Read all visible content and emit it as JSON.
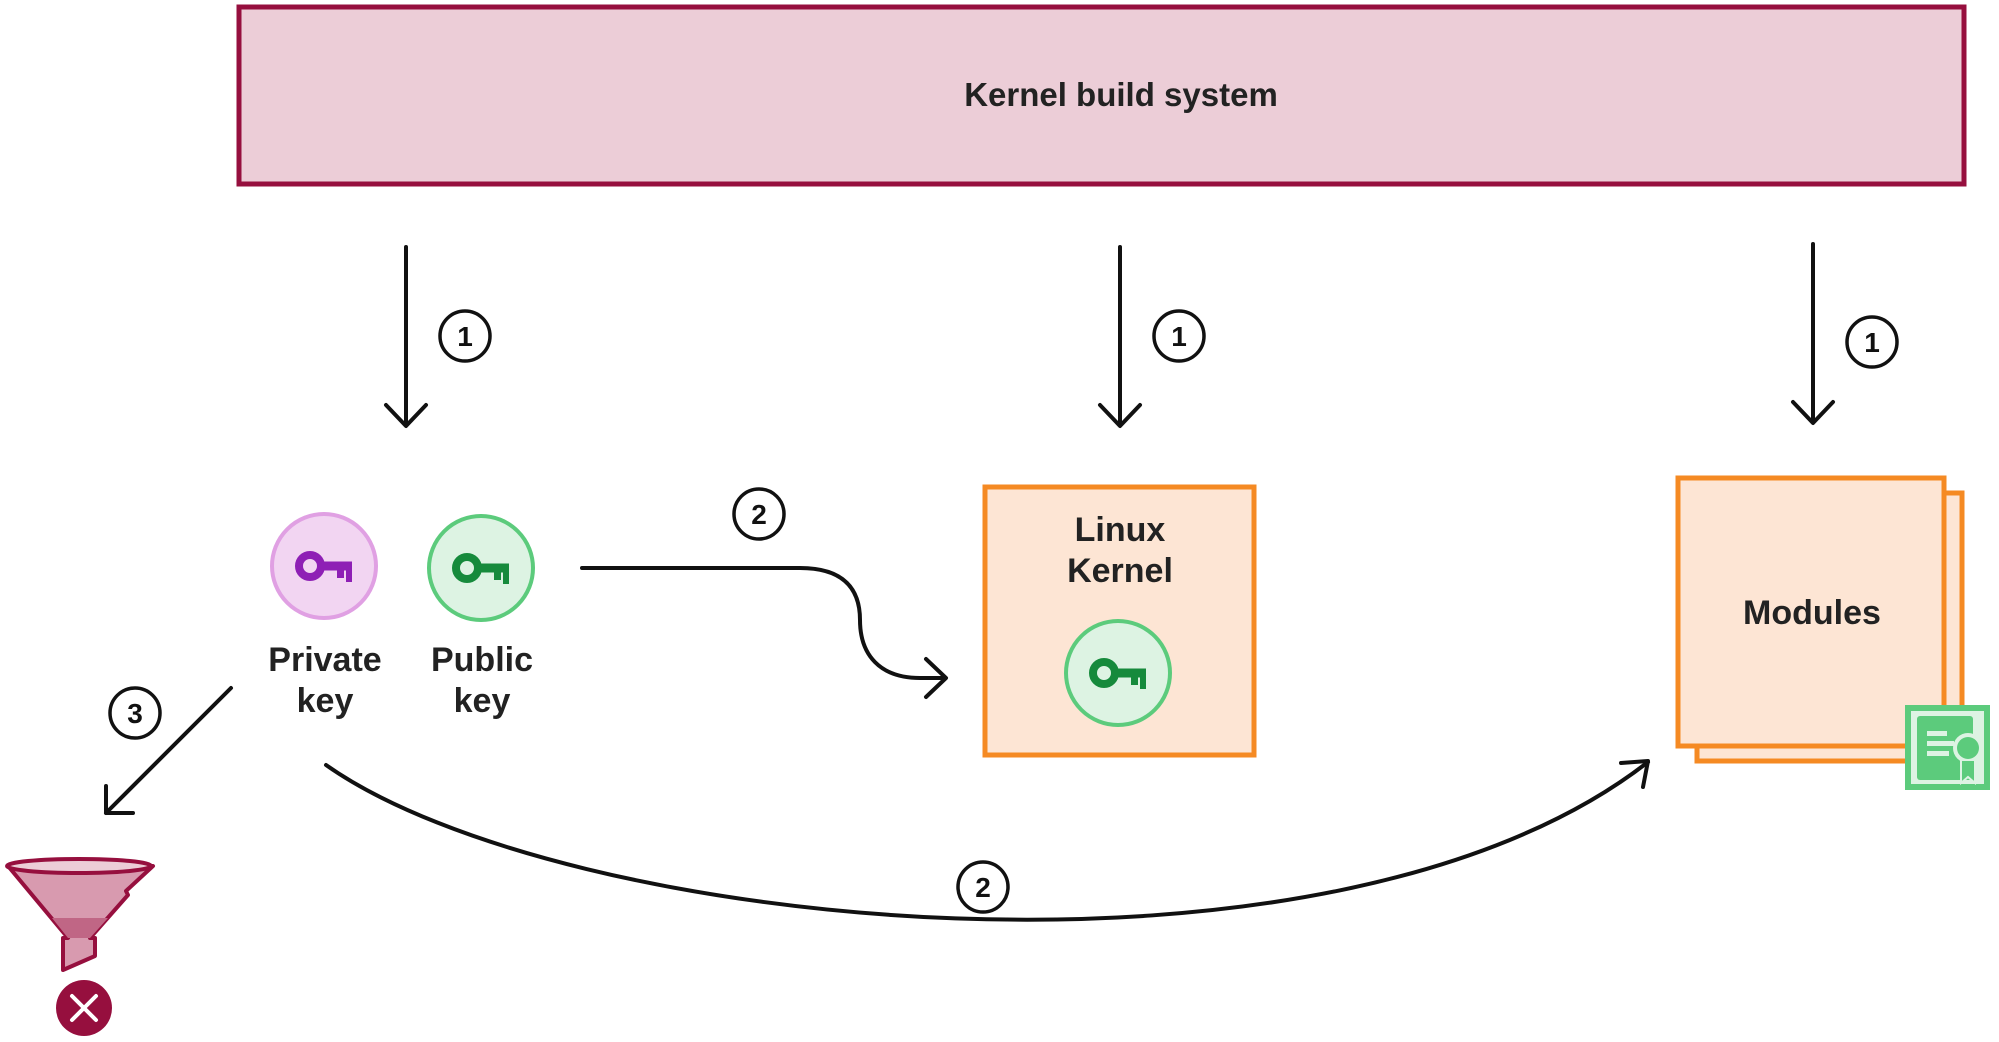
{
  "title": "Kernel module signing flow",
  "build_system": {
    "label": "Kernel build system"
  },
  "keys": {
    "private": {
      "label_line1": "Private",
      "label_line2": "key",
      "icon": "key-icon"
    },
    "public": {
      "label_line1": "Public",
      "label_line2": "key",
      "icon": "key-icon"
    }
  },
  "kernel": {
    "label_line1": "Linux",
    "label_line2": "Kernel",
    "icon": "key-icon"
  },
  "modules": {
    "label": "Modules",
    "badge_icon": "certificate-icon"
  },
  "discard": {
    "funnel_icon": "funnel-icon",
    "status_icon": "close-circle-icon"
  },
  "steps": {
    "generate_keys": "1",
    "build_kernel": "1",
    "build_modules": "1",
    "embed_public_key": "2",
    "sign_modules": "2",
    "discard_private_key": "3"
  },
  "colors": {
    "build_border": "#960F3E",
    "build_fill": "#ECCDD7",
    "box_border": "#F58A23",
    "box_fill": "#FDE5D4",
    "private_key": "#8E1FB5",
    "private_fill": "#F2D5F2",
    "private_stroke": "#E0A0E3",
    "public_key": "#168A3C",
    "public_fill": "#DDF3E3",
    "public_stroke": "#5CCB7C",
    "cert": "#5CCB7C",
    "discard": "#960F3E"
  }
}
